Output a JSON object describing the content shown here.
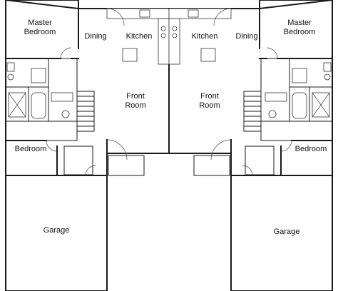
{
  "rooms_left": {
    "master_bedroom": [
      "Master",
      "Bedroom"
    ],
    "dining": "Dining",
    "kitchen": "Kitchen",
    "front_room": [
      "Front",
      "Room"
    ],
    "bedroom": "Bedroom",
    "garage": "Garage"
  },
  "rooms_right": {
    "master_bedroom": [
      "Master",
      "Bedroom"
    ],
    "dining": "Dining",
    "kitchen": "Kitchen",
    "front_room": [
      "Front",
      "Room"
    ],
    "bedroom": "Bedroom",
    "garage": "Garage"
  }
}
